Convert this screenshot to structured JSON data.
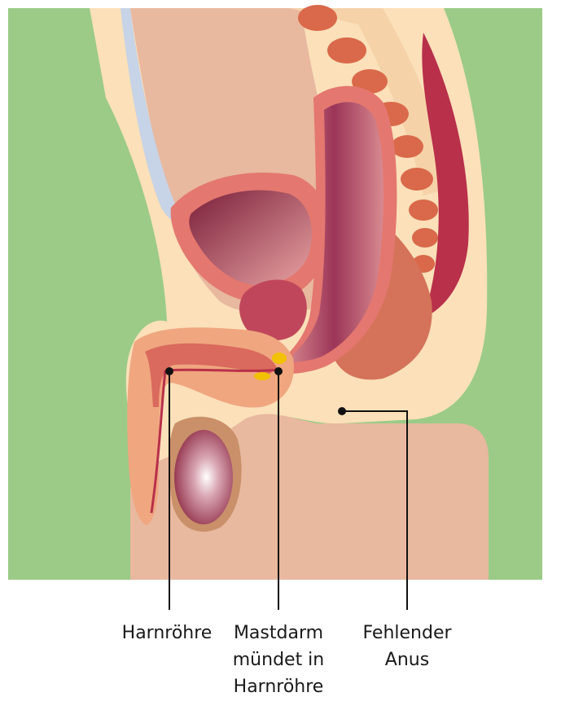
{
  "diagram": {
    "labels": {
      "urethra": [
        "Harnröhre"
      ],
      "rectum_fistula": [
        "Mastdarm",
        "mündet in",
        "Harnröhre"
      ],
      "missing_anus": [
        "Fehlender",
        "Anus"
      ]
    },
    "colors": {
      "background": "#9bcb87",
      "skin": "#fbe0b9",
      "tissue": "#e8b89f",
      "organ_outer": "#e4776f",
      "organ_inner": "#b03c54",
      "rectum_lining": "#c86a7e",
      "bone": "#d9694a",
      "gland": "#f2c200",
      "leader": "#111111"
    }
  }
}
